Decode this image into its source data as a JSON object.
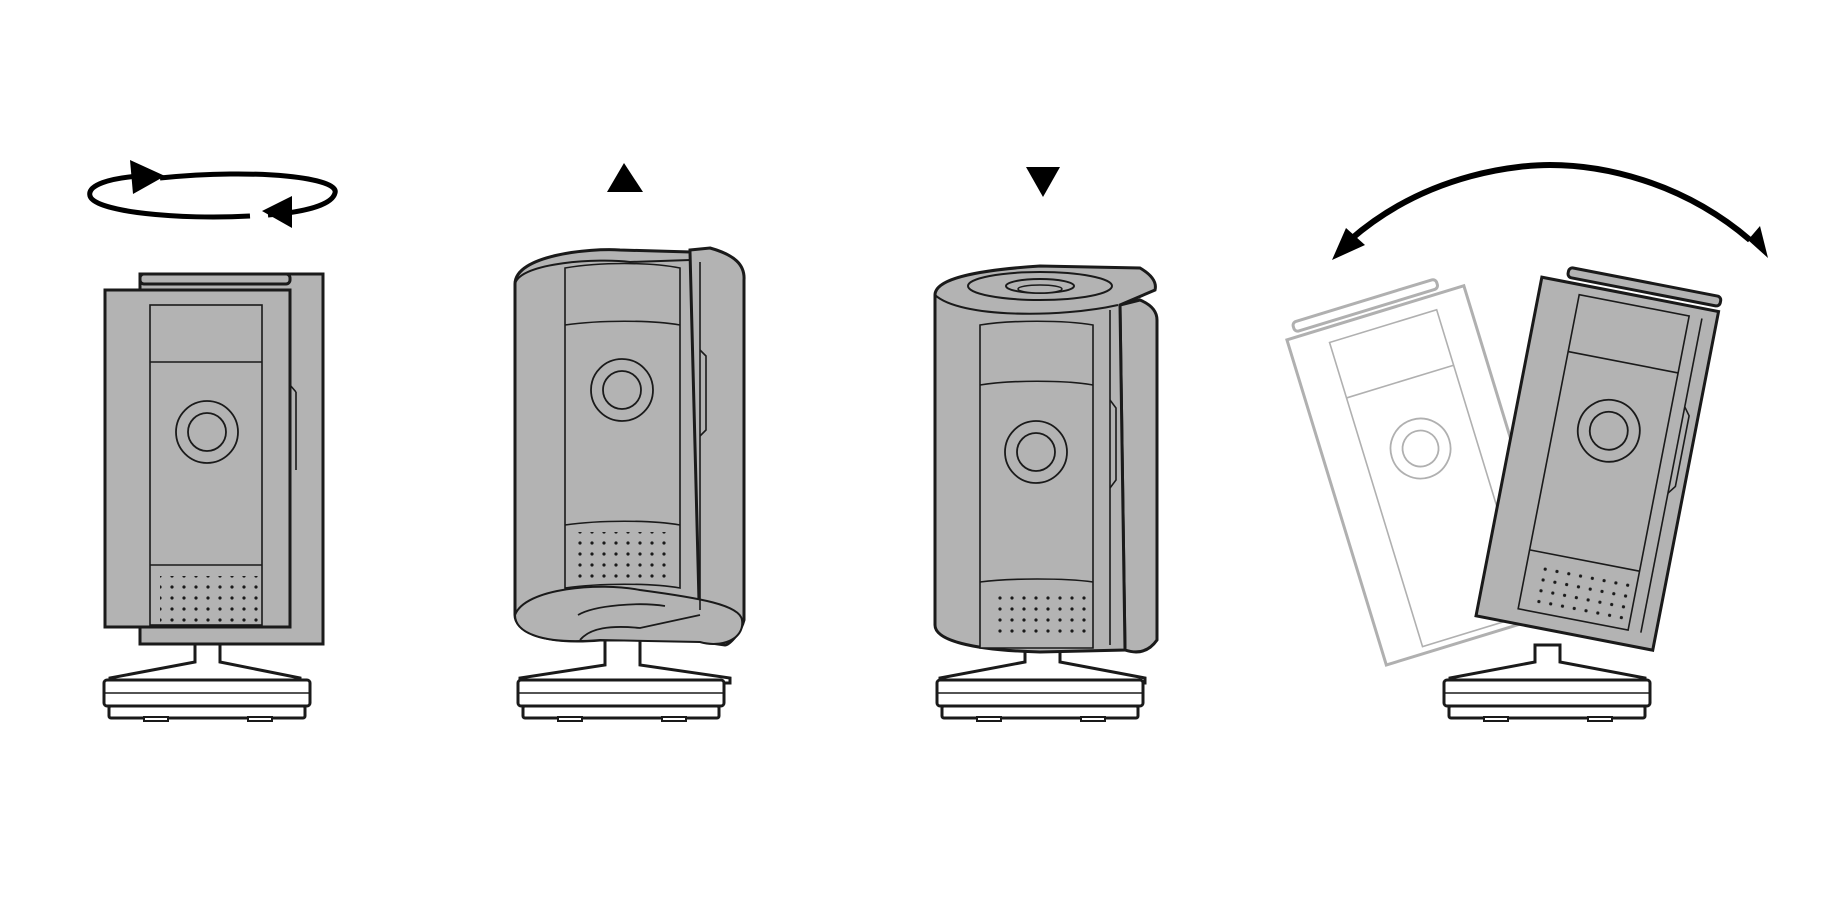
{
  "figure": {
    "panels": [
      {
        "id": "swivel",
        "motion": "rotate-horizontal",
        "indicator": "circular-arrows-icon"
      },
      {
        "id": "tilt-up",
        "motion": "tilt-up",
        "indicator": "triangle-up-icon"
      },
      {
        "id": "tilt-down",
        "motion": "tilt-down",
        "indicator": "triangle-down-icon"
      },
      {
        "id": "tilt-side",
        "motion": "tilt-side-to-side",
        "indicator": "curved-double-arrow-icon"
      }
    ],
    "colors": {
      "background": "#ffffff",
      "body_fill": "#b3b3b3",
      "outline": "#1a1a1a",
      "ghost_outline": "#b0b0b0",
      "base_fill": "#ffffff"
    }
  }
}
